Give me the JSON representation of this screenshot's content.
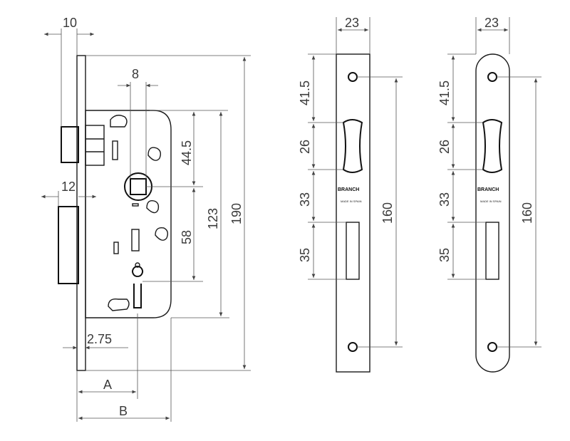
{
  "drawing": {
    "mortise_lock": {
      "dim_faceplate_thickness": "10",
      "dim_spindle_square": "8",
      "dim_latch_offset": "12",
      "dim_case_width": "44.5",
      "dim_spindle_to_key": "58",
      "dim_case_height": "123",
      "dim_faceplate_height": "190",
      "dim_edge": "2.75",
      "dim_backset_a": "A",
      "dim_backset_b": "B"
    },
    "strike_plate_square": {
      "dim_width": "23",
      "dim_top": "41.5",
      "dim_latch": "26",
      "dim_gap": "33",
      "dim_bolt": "35",
      "dim_holes": "160",
      "brand": "BRANCH",
      "made_in": "MADE IN SPAIN"
    },
    "strike_plate_round": {
      "dim_width": "23",
      "dim_top": "41.5",
      "dim_latch": "26",
      "dim_gap": "33",
      "dim_bolt": "35",
      "dim_holes": "160",
      "brand": "BRANCH",
      "made_in": "MADE IN SPAIN"
    }
  }
}
